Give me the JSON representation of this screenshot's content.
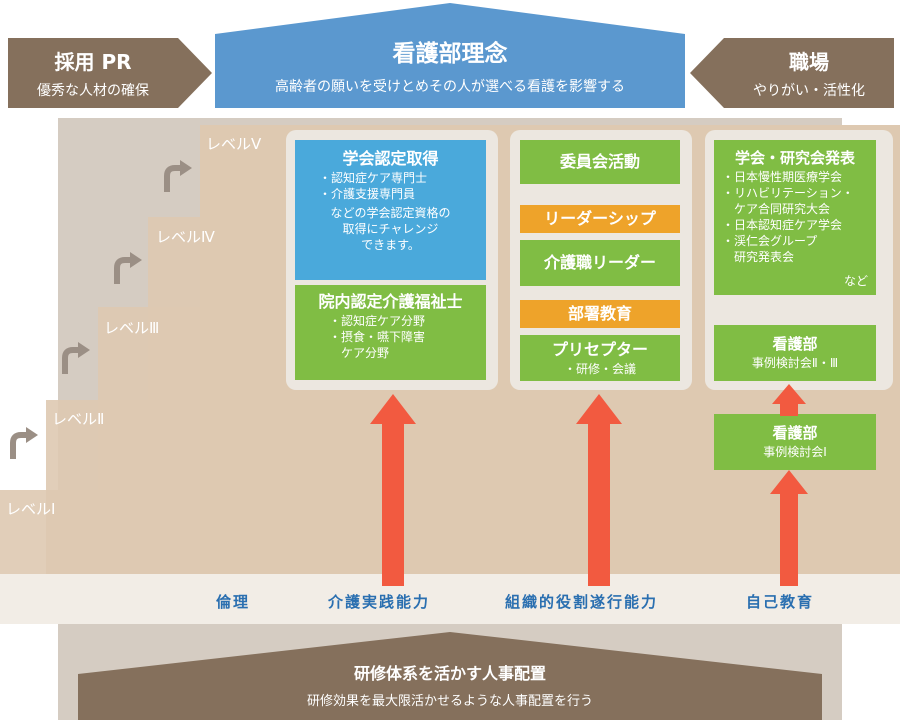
{
  "header": {
    "philosophy_title": "看護部理念",
    "philosophy_subtitle": "高齢者の願いを受けとめその人が選べる看護を影響する",
    "left": {
      "title": "採用 PR",
      "subtitle": "優秀な人材の確保"
    },
    "right": {
      "title": "職場",
      "subtitle": "やりがい・活性化"
    }
  },
  "levels": [
    "レベルⅤ",
    "レベルⅣ",
    "レベルⅢ",
    "レベルⅡ",
    "レベルⅠ"
  ],
  "col1": {
    "blue_title": "学会認定取得",
    "blue_items": [
      "・認知症ケア専門士",
      "・介護支援専門員"
    ],
    "blue_note": [
      "などの学会認定資格の",
      "取得にチャレンジ",
      "できます。"
    ],
    "green_title": "院内認定介護福祉士",
    "green_items": [
      "・認知症ケア分野",
      "・摂食・嚥下障害",
      "ケア分野"
    ]
  },
  "col2": {
    "committee": "委員会活動",
    "leadership": "リーダーシップ",
    "care_leader": "介護職リーダー",
    "dept_education": "部署教育",
    "preceptor": "プリセプター",
    "preceptor_sub": "・研修・会議"
  },
  "col3": {
    "conf_title": "学会・研究会発表",
    "conf_items": [
      "・日本慢性期医療学会",
      "・リハビリテーション・",
      "ケア合同研究大会",
      "・日本認知症ケア学会",
      "・渓仁会グループ",
      "研究発表会"
    ],
    "conf_etc": "など",
    "case2_title": "看護部",
    "case2_sub": "事例検討会Ⅱ・Ⅲ",
    "case1_title": "看護部",
    "case1_sub": "事例検討会Ⅰ"
  },
  "competencies": [
    "倫理",
    "介護実践能力",
    "組織的役割遂行能力",
    "自己教育"
  ],
  "footer": {
    "title": "研修体系を活かす人事配置",
    "subtitle": "研修効果を最大限活かせるような人事配置を行う"
  },
  "colors": {
    "blue": "#4aa9db",
    "green": "#80bd44",
    "orange": "#eea32a",
    "brown": "#85705c",
    "header_blue": "#5b98cf",
    "arrow_red": "#f25a40"
  }
}
